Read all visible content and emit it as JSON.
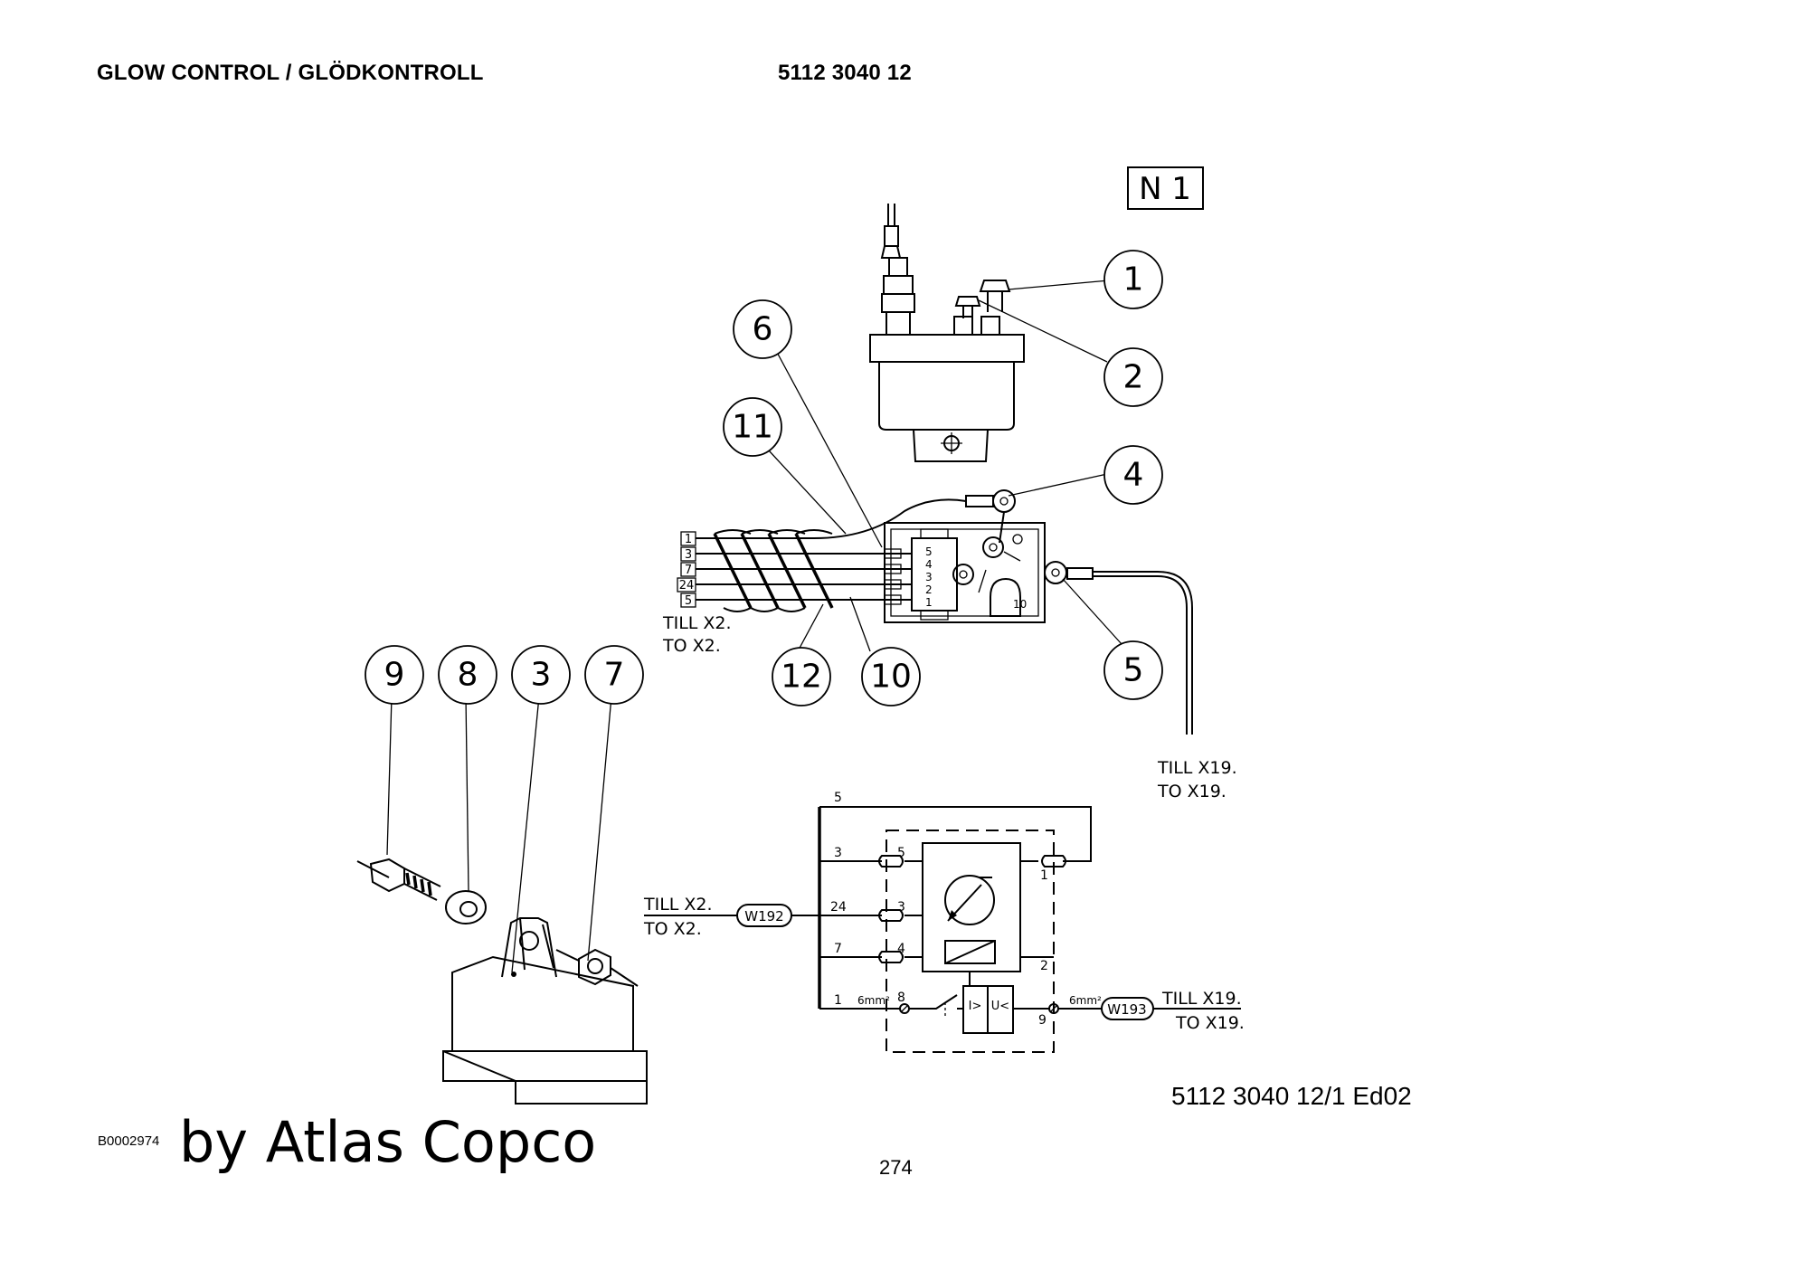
{
  "header": {
    "title": "GLOW CONTROL / GLÖDKONTROLL",
    "part_number": "5112 3040 12"
  },
  "diagram": {
    "view_label": "N 1",
    "callouts": [
      "1",
      "2",
      "3",
      "4",
      "5",
      "6",
      "7",
      "8",
      "9",
      "10",
      "11",
      "12"
    ],
    "connector_pins": [
      "1",
      "3",
      "7",
      "24",
      "5"
    ],
    "relay_pins": [
      "5",
      "4",
      "3",
      "2",
      "1"
    ],
    "terminal_10": "10",
    "to_x2_sv": "TILL X2.",
    "to_x2_en": "TO X2.",
    "to_x19_sv": "TILL X19.",
    "to_x19_en": "TO X19.",
    "schematic": {
      "wire_top": "5",
      "wire_a": "3",
      "wire_b": "24",
      "wire_c": "7",
      "wire_d": "1",
      "pin_a": "5",
      "pin_b": "3",
      "pin_c": "4",
      "pin_d": "8",
      "pin_1": "1",
      "pin_2": "2",
      "pin_9": "9",
      "cable_a": "W192",
      "cable_b": "W193",
      "cross_section": "6mm²"
    }
  },
  "footer": {
    "drawing_ref": "5112 3040 12/1  Ed02",
    "image_id": "B0002974",
    "watermark": "by Atlas Copco",
    "page_number": "274"
  }
}
